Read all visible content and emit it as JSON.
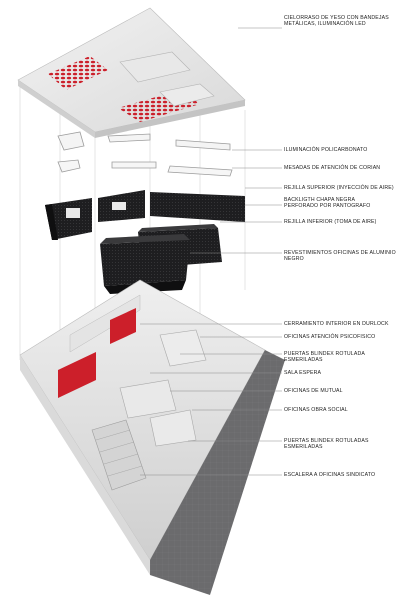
{
  "colors": {
    "accent_red": "#cc1f2a",
    "panel_black": "#1e1e20",
    "floor_grey": "#6b6b6d",
    "leader_grey": "#8a8a8a"
  },
  "labels": [
    {
      "id": "cielorraso",
      "text": "CIELORRASO DE YESO CON BANDEJAS\nMETÁLICAS, ILUMINACIÓN LED"
    },
    {
      "id": "iluminacion",
      "text": "ILUMINACIÓN POLICARBONATO"
    },
    {
      "id": "mesadas",
      "text": "MESADAS DE ATENCIÓN DE CORIAN"
    },
    {
      "id": "rejilla-superior",
      "text": "REJILLA SUPERIOR (INYECCIÓN DE AIRE)"
    },
    {
      "id": "backligth",
      "text": "BACKLIGTH CHAPA NEGRA\nPERFORADO POR PANTOGRAFO"
    },
    {
      "id": "rejilla-inferior",
      "text": "REJILLA INFERIOR (TOMA DE AIRE)"
    },
    {
      "id": "revestimientos",
      "text": "REVESTIMIENTOS OFICINAS DE ALUMINIO NEGRO"
    },
    {
      "id": "cerramiento",
      "text": "CERRAMIENTO INTERIOR EN DURLOCK"
    },
    {
      "id": "atencion-psicofisico",
      "text": "OFICINAS ATENCIÓN PSICOFISICO"
    },
    {
      "id": "puertas-1",
      "text": "PUERTAS BLINDEX ROTULADA ESMERILADAS"
    },
    {
      "id": "sala-espera",
      "text": "SALA ESPERA"
    },
    {
      "id": "mutual",
      "text": "OFICINAS DE MUTUAL"
    },
    {
      "id": "obra-social",
      "text": "OFICINAS OBRA SOCIAL"
    },
    {
      "id": "puertas-2",
      "text": "PUERTAS BLINDEX ROTULADAS ESMERILADAS"
    },
    {
      "id": "escalera",
      "text": "ESCALERA A OFICINAS SINDICATO"
    }
  ]
}
